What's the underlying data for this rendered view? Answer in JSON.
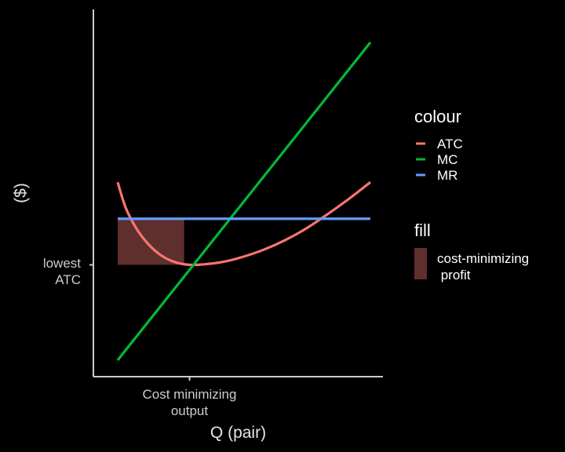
{
  "chart_data": {
    "type": "line",
    "title": "",
    "xlabel": "Q (pair)",
    "ylabel": "($)",
    "x_tick_label_lines": [
      "Cost minimizing",
      "output"
    ],
    "y_tick_label_lines": [
      "lowest",
      "ATC"
    ],
    "xlim": [
      0,
      10
    ],
    "ylim": [
      0,
      10
    ],
    "x_tick_value": 3.2,
    "y_tick_value": 3.0,
    "background": "#000000",
    "axis_color": "#cccccc",
    "grid": false,
    "series": [
      {
        "name": "ATC",
        "color": "#f8766d",
        "x": [
          0.5,
          0.8,
          1.2,
          1.6,
          2.0,
          2.4,
          2.8,
          3.2,
          3.8,
          4.5,
          5.2,
          6.0,
          6.8,
          7.6,
          8.4,
          9.2,
          10.0
        ],
        "y": [
          5.6,
          4.8,
          4.15,
          3.7,
          3.38,
          3.17,
          3.05,
          3.0,
          3.02,
          3.1,
          3.25,
          3.48,
          3.78,
          4.15,
          4.6,
          5.08,
          5.6
        ]
      },
      {
        "name": "MC",
        "color": "#00ba38",
        "x": [
          0.5,
          10.0
        ],
        "y": [
          0.0,
          10.0
        ]
      },
      {
        "name": "MR",
        "color": "#619cff",
        "x": [
          0.5,
          10.0
        ],
        "y": [
          4.45,
          4.45
        ]
      }
    ],
    "fill": {
      "name": "cost-minimizing profit",
      "legend_lines": [
        "cost-minimizing",
        " profit"
      ],
      "color": "#5e2f2d",
      "x": [
        0.5,
        3.0
      ],
      "y": [
        3.0,
        4.45
      ]
    },
    "legend": {
      "position": "right",
      "colour_title": "colour",
      "fill_title": "fill"
    }
  }
}
